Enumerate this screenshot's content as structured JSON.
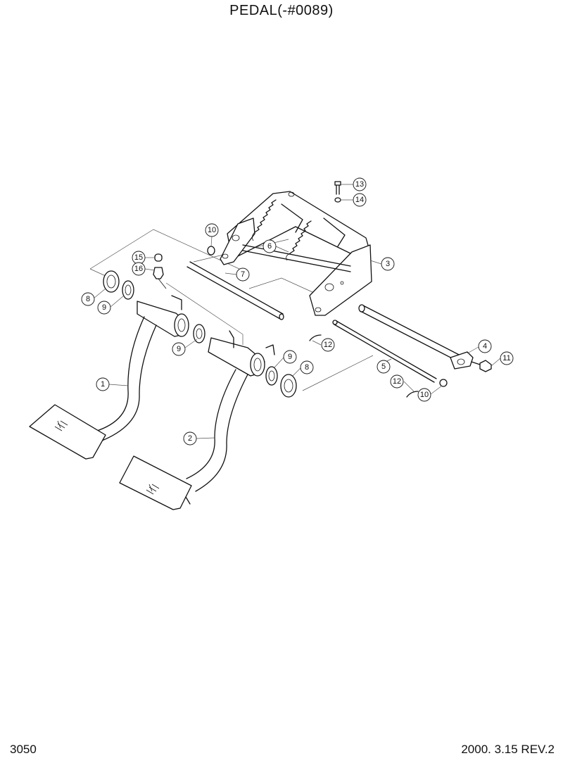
{
  "header": {
    "title": "PEDAL(-#0089)"
  },
  "footer": {
    "page_number": "3050",
    "revision": "2000. 3.15 REV.2"
  },
  "callouts": [
    {
      "label": "1"
    },
    {
      "label": "2"
    },
    {
      "label": "3"
    },
    {
      "label": "4"
    },
    {
      "label": "5"
    },
    {
      "label": "6"
    },
    {
      "label": "7"
    },
    {
      "label": "8"
    },
    {
      "label": "8"
    },
    {
      "label": "9"
    },
    {
      "label": "9"
    },
    {
      "label": "9"
    },
    {
      "label": "10"
    },
    {
      "label": "10"
    },
    {
      "label": "11"
    },
    {
      "label": "12"
    },
    {
      "label": "12"
    },
    {
      "label": "13"
    },
    {
      "label": "14"
    },
    {
      "label": "15"
    },
    {
      "label": "16"
    }
  ]
}
